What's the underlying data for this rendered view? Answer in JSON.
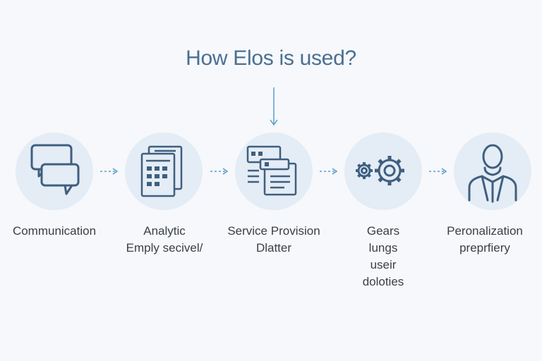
{
  "title": "How Elos is used?",
  "colors": {
    "icon_stroke": "#3f5f7f",
    "circle_fill": "#e4ecf5",
    "arrow": "#5a9ec9",
    "title": "#4a6f91",
    "text": "#3a3f46"
  },
  "steps": [
    {
      "icon": "chat-bubbles-icon",
      "lines": [
        "Communication"
      ]
    },
    {
      "icon": "analytics-grid-icon",
      "lines": [
        "Analytic",
        "Emply secivel/"
      ]
    },
    {
      "icon": "service-documents-icon",
      "lines": [
        "Service Provision",
        "Dlatter"
      ]
    },
    {
      "icon": "gears-icon",
      "lines": [
        "Gears",
        "lungs",
        "useir",
        "doloties"
      ]
    },
    {
      "icon": "person-icon",
      "lines": [
        "Peronalization",
        "preprfiery"
      ]
    }
  ]
}
